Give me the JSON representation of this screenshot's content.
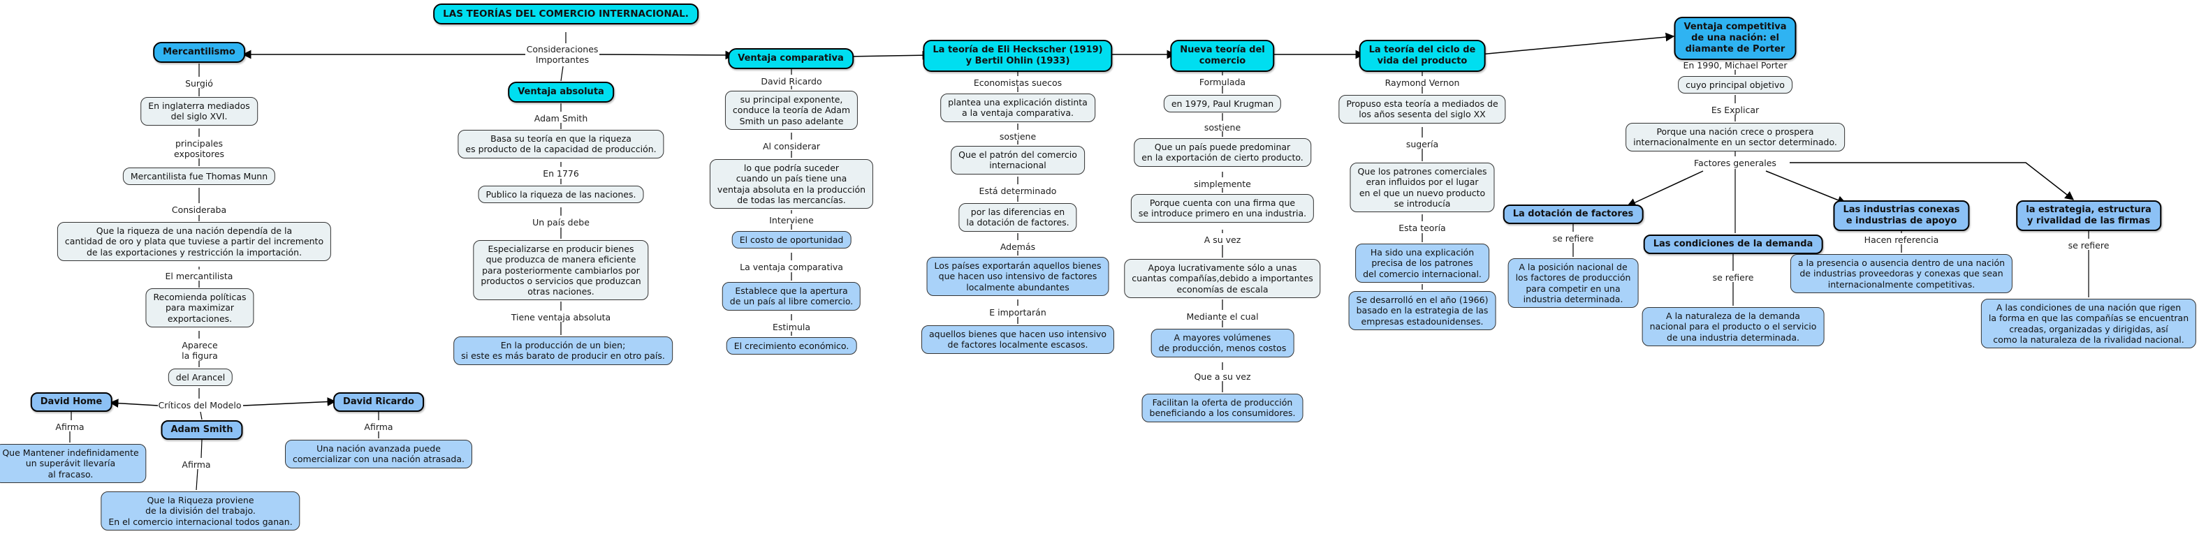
{
  "accent_colors": {
    "topic_cyan": "#00DEF0",
    "topic_blue": "#2FB3F2",
    "person_blue": "#8CC1F5",
    "box_gray": "#EAF1F3",
    "box_blue": "#A9D2F9"
  },
  "title": "LAS TEORÍAS DEL COMERCIO INTERNACIONAL.",
  "considerations_label": "Consideraciones\nImportantes",
  "mercantilismo": {
    "title": "Mercantilismo",
    "surgio_label": "Surgió",
    "surgio": "En inglaterra mediados\ndel siglo XVI.",
    "expositores_label": "principales\nexpositores",
    "expositores": "Mercantilista fue Thomas Munn",
    "consideraba_label": "Consideraba",
    "consideraba": "Que la riqueza de una nación dependía de la\ncantidad de oro y plata  que tuviese a partir del incremento\nde las exportaciones y restricción la importación.",
    "mercantilista_label": "El mercantilista",
    "recomienda": "Recomienda políticas\npara maximizar\nexportaciones.",
    "aparece_label": "Aparece\nla figura",
    "arancel": "del Arancel",
    "criticos_label": "Críticos del Modelo",
    "home": {
      "name": "David Home",
      "afirma_label": "Afirma",
      "afirma": "Que Mantener indefinidamente\nun superávit llevaría\nal fracaso."
    },
    "smith": {
      "name": "Adam Smith",
      "afirma_label": "Afirma",
      "afirma": "Que la Riqueza proviene\nde la división del trabajo.\nEn el comercio internacional todos ganan."
    },
    "ricardo": {
      "name": "David Ricardo",
      "afirma_label": "Afirma",
      "afirma": "Una nación avanzada puede\ncomercializar con una nación  atrasada."
    }
  },
  "ventaja_absoluta": {
    "title": "Ventaja absoluta",
    "autor_label": "Adam Smith",
    "basa": "Basa su teoría en que la riqueza\nes producto de la capacidad de producción.",
    "en1776_label": "En 1776",
    "publico": "Publico la riqueza de las naciones.",
    "pais_label": "Un país debe",
    "especializarse": "Especializarse en producir bienes\nque  produzca de manera eficiente\npara  posteriormente  cambiarlos por\nproductos o servicios que produzcan\notras  naciones.",
    "tiene_label": "Tiene ventaja absoluta",
    "produccion": "En la producción de un bien;\nsi este   es más barato de producir en otro país."
  },
  "ventaja_comparativa": {
    "title": "Ventaja comparativa",
    "autor_label": "David Ricardo",
    "exponente": "su principal exponente,\nconduce la teoría de Adam\nSmith un paso adelante",
    "considerar_label": "Al considerar",
    "suceder": "lo que podría suceder\ncuando un país tiene una\nventaja absoluta en la producción\nde todas las mercancías.",
    "interviene_label": "Interviene",
    "costo": "El costo de oportunidad",
    "ventaja_label": "La ventaja comparativa",
    "establece": "Establece que la apertura\nde un país al libre comercio.",
    "estimula_label": "Estimula",
    "crecimiento": "El crecimiento económico."
  },
  "heckscher_ohlin": {
    "title": "La teoría de Eli Heckscher (1919)\ny Bertil Ohlin (1933)",
    "economistas_label": "Economistas suecos",
    "plantea": "plantea una explicación distinta\na la ventaja comparativa.",
    "sostiene_label": "sostiene",
    "patron": "Que el patrón del comercio\ninternacional",
    "determinado_label": "Está determinado",
    "diferencias": "por las diferencias en\nla dotación de factores.",
    "ademas_label": "Además",
    "exportaran": "Los países exportarán aquellos bienes\nque hacen uso intensivo de factores\nlocalmente abundantes",
    "importaran_label": "E importarán",
    "escasos": "aquellos bienes que hacen uso intensivo\nde factores localmente escasos."
  },
  "nueva_teoria": {
    "title": "Nueva teoría del\ncomercio",
    "formulada_label": "Formulada",
    "krugman": "en 1979, Paul Krugman",
    "sostiene_label": "sostiene",
    "predominar": "Que un país puede predominar\nen la exportación de cierto producto.",
    "simplemente_label": "simplemente",
    "firma": "Porque cuenta con una firma que\nse introduce primero en una industria.",
    "asuvez_label": "A su vez",
    "apoya": "Apoya lucrativamente sólo a unas\ncuantas compañías,debido a importantes\neconomías de escala",
    "mediante_label": "Mediante el cual",
    "volumenes": "A mayores volúmenes\nde producción, menos  costos",
    "queasuvez_label": "Que a su vez",
    "facilitan": "Facilitan la oferta de  producción\nbeneficiando  a  los consumidores."
  },
  "ciclo_vida": {
    "title": "La teoría del ciclo de\nvida del producto",
    "autor_label": "Raymond Vernon",
    "propuso": "Propuso esta teoría a mediados de\nlos años sesenta del siglo XX",
    "sugeria_label": "sugería",
    "patrones": "Que los patrones comerciales\neran influidos por el lugar\nen el que un nuevo producto\nse introducía",
    "esta_label": "Esta teoría",
    "explicacion": "Ha sido una explicación\nprecisa de los patrones\ndel comercio internacional.",
    "desarrollo": "Se desarrolló en el año (1966)\nbasado en la estrategia de las\nempresas estadounidenses."
  },
  "porter": {
    "title": "Ventaja competitiva\nde una nación: el\ndiamante de Porter",
    "autor_label": "En 1990, Michael Porter",
    "objetivo": "cuyo principal objetivo",
    "explicar_label": "Es Explicar",
    "porque": "Porque una nación crece o prospera\ninternacionalmente en un sector determinado.",
    "factores_label": "Factores generales",
    "dotacion": {
      "title": "La dotación de factores",
      "refiere_label": "se refiere",
      "text": "A la posición nacional de\nlos factores de producción\npara competir en una\nindustria determinada."
    },
    "demanda": {
      "title": "Las condiciones de la demanda",
      "refiere_label": "se refiere",
      "text": "A la naturaleza de la demanda\nnacional para el producto o el servicio\nde una industria determinada."
    },
    "conexas": {
      "title": "Las industrias conexas\ne industrias de apoyo",
      "refiere_label": "Hacen referencia",
      "text": "a la presencia o ausencia dentro de una nación\nde industrias proveedoras y conexas que sean\ninternacionalmente competitivas."
    },
    "estrategia": {
      "title": "la estrategia, estructura\ny rivalidad de las firmas",
      "refiere_label": "se refiere",
      "text": "A las condiciones de una nación que rigen\nla forma en que las compañías se encuentran\ncreadas, organizadas y dirigidas, así\ncomo la naturaleza de la rivalidad nacional."
    }
  }
}
